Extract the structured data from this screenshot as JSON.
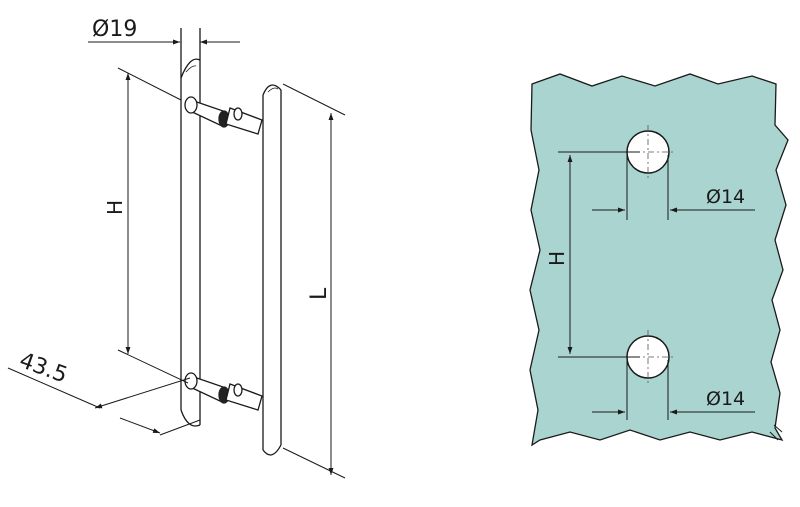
{
  "handle_view": {
    "diameter_label": "Ø19",
    "height_label": "H",
    "length_label": "L",
    "offset_label": "43.5"
  },
  "glass_view": {
    "height_label": "H",
    "top_hole_label": "Ø14",
    "bottom_hole_label": "Ø14"
  },
  "colors": {
    "glass_fill": "#a9d4d0",
    "line": "#1a1a1a",
    "dimension_line": "#333333"
  }
}
